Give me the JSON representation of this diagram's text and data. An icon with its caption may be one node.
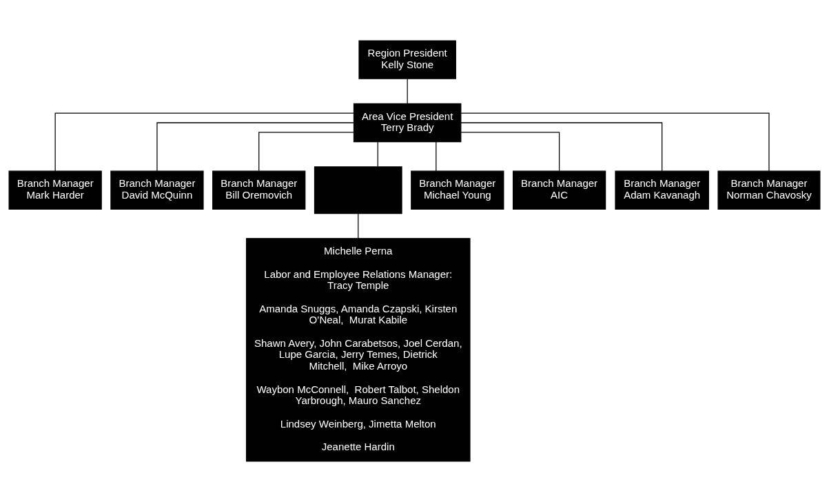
{
  "diagram": {
    "nodes": [
      {
        "text": [
          "Region President",
          "Kelly Stone"
        ]
      },
      {
        "text": [
          "Area Vice President Terry Brady"
        ]
      },
      {
        "text": [
          "Branch Manager Mark Harder"
        ]
      },
      {
        "text": [
          "Branch Manager David McQuinn"
        ]
      },
      {
        "text": [
          "Branch Manager Bill Oremovich"
        ]
      },
      {
        "text": [],
        "shape": "box"
      },
      {
        "text": [
          "Branch Manager Michael Young"
        ]
      },
      {
        "text": [
          "Branch Manager AIC"
        ]
      },
      {
        "text": [
          "Branch Manager Adam Kavanagh"
        ]
      },
      {
        "text": [
          "Branch Manager Norman Chavosky"
        ]
      },
      {
        "text": [
          "Michelle Perna",
          "Labor and Employee Relations Manager: Tracy Temple",
          "Amanda Snuggs, Amanda Czapski, Kirsten O’Neal,  Murat Kabile",
          "Shawn Avery, John Carabetsos, Joel Cerdan, Lupe Garcia, Jerry Temes, Dietrick Mitchell,  Mike Arroyo",
          "Waybon McConnell,  Robert Talbot, Sheldon Yarbrough, Mauro Sanchez",
          "Lindsey Weinberg, Jimetta Melton",
          "Jeanette Hardin"
        ]
      }
    ],
    "edges": [
      {
        "from": 0,
        "to": 1,
        "arrow": "none"
      },
      {
        "from": 1,
        "to": 2,
        "arrow": "none"
      },
      {
        "from": 1,
        "to": 3,
        "arrow": "none"
      },
      {
        "from": 1,
        "to": 4,
        "arrow": "none"
      },
      {
        "from": 1,
        "to": 5,
        "arrow": "none"
      },
      {
        "from": 1,
        "to": 6,
        "arrow": "none"
      },
      {
        "from": 1,
        "to": 7,
        "arrow": "none"
      },
      {
        "from": 1,
        "to": 8,
        "arrow": "none"
      },
      {
        "from": 1,
        "to": 9,
        "arrow": "none"
      },
      {
        "from": 5,
        "to": 10,
        "arrow": "none"
      }
    ]
  }
}
